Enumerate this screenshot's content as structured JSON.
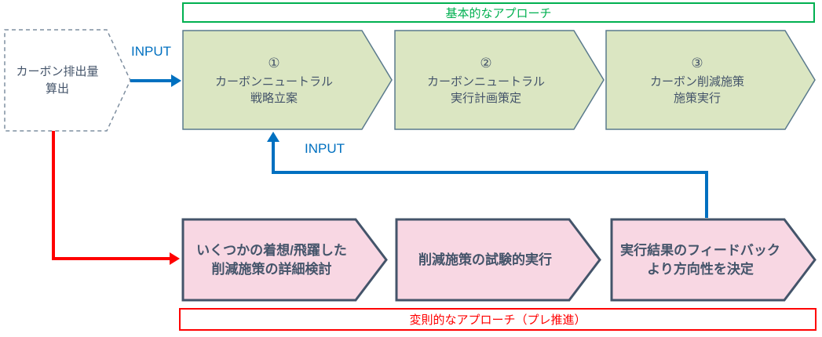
{
  "top_banner": {
    "label": "基本的なアプローチ"
  },
  "bottom_banner": {
    "label": "変則的なアプローチ（プレ推進）"
  },
  "source": {
    "line1": "カーボン排出量",
    "line2": "算出"
  },
  "arrows": {
    "input_label_1": "INPUT",
    "input_label_2": "INPUT"
  },
  "basic_steps": [
    {
      "number": "①",
      "line1": "カーボンニュートラル",
      "line2": "戦略立案"
    },
    {
      "number": "②",
      "line1": "カーボンニュートラル",
      "line2": "実行計画策定"
    },
    {
      "number": "③",
      "line1": "カーボン削減施策",
      "line2": "施策実行"
    }
  ],
  "alt_steps": [
    {
      "line1": "いくつかの着想/飛躍した",
      "line2": "削減施策の詳細検討"
    },
    {
      "line1": "削減施策の試験的実行",
      "line2": ""
    },
    {
      "line1": "実行結果のフィードバック",
      "line2": "より方向性を決定"
    }
  ],
  "colors": {
    "basic_accent_green": "#00b050",
    "alt_accent_red": "#ff0000",
    "arrow_blue": "#0070c0",
    "step_green_fill": "#dbe6c2",
    "step_green_border": "#5a7a8c",
    "step_pink_fill": "#f8d7e3",
    "step_pink_border": "#44546a",
    "text_dark": "#44546a",
    "source_border_gray": "#7f8fa0"
  }
}
